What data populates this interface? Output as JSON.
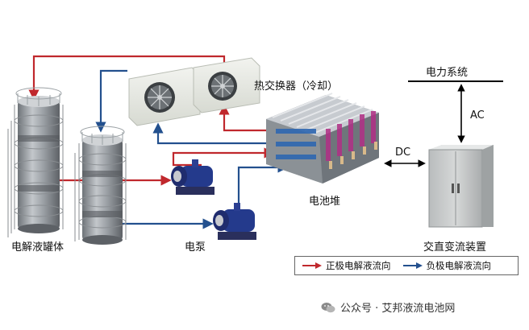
{
  "labels": {
    "heat_exchanger": "热交换器（冷却）",
    "power_system": "电力系统",
    "ac": "AC",
    "dc": "DC",
    "stack": "电池堆",
    "tanks": "电解液罐体",
    "pump": "电泵",
    "converter": "交直变流装置"
  },
  "legend": {
    "positive": "正极电解液流向",
    "negative": "负极电解液流向"
  },
  "watermark": {
    "text": "公众号 · 艾邦液流电池网"
  },
  "colors": {
    "positive_flow": "#c0282d",
    "negative_flow": "#23508e",
    "line": "#000000"
  }
}
